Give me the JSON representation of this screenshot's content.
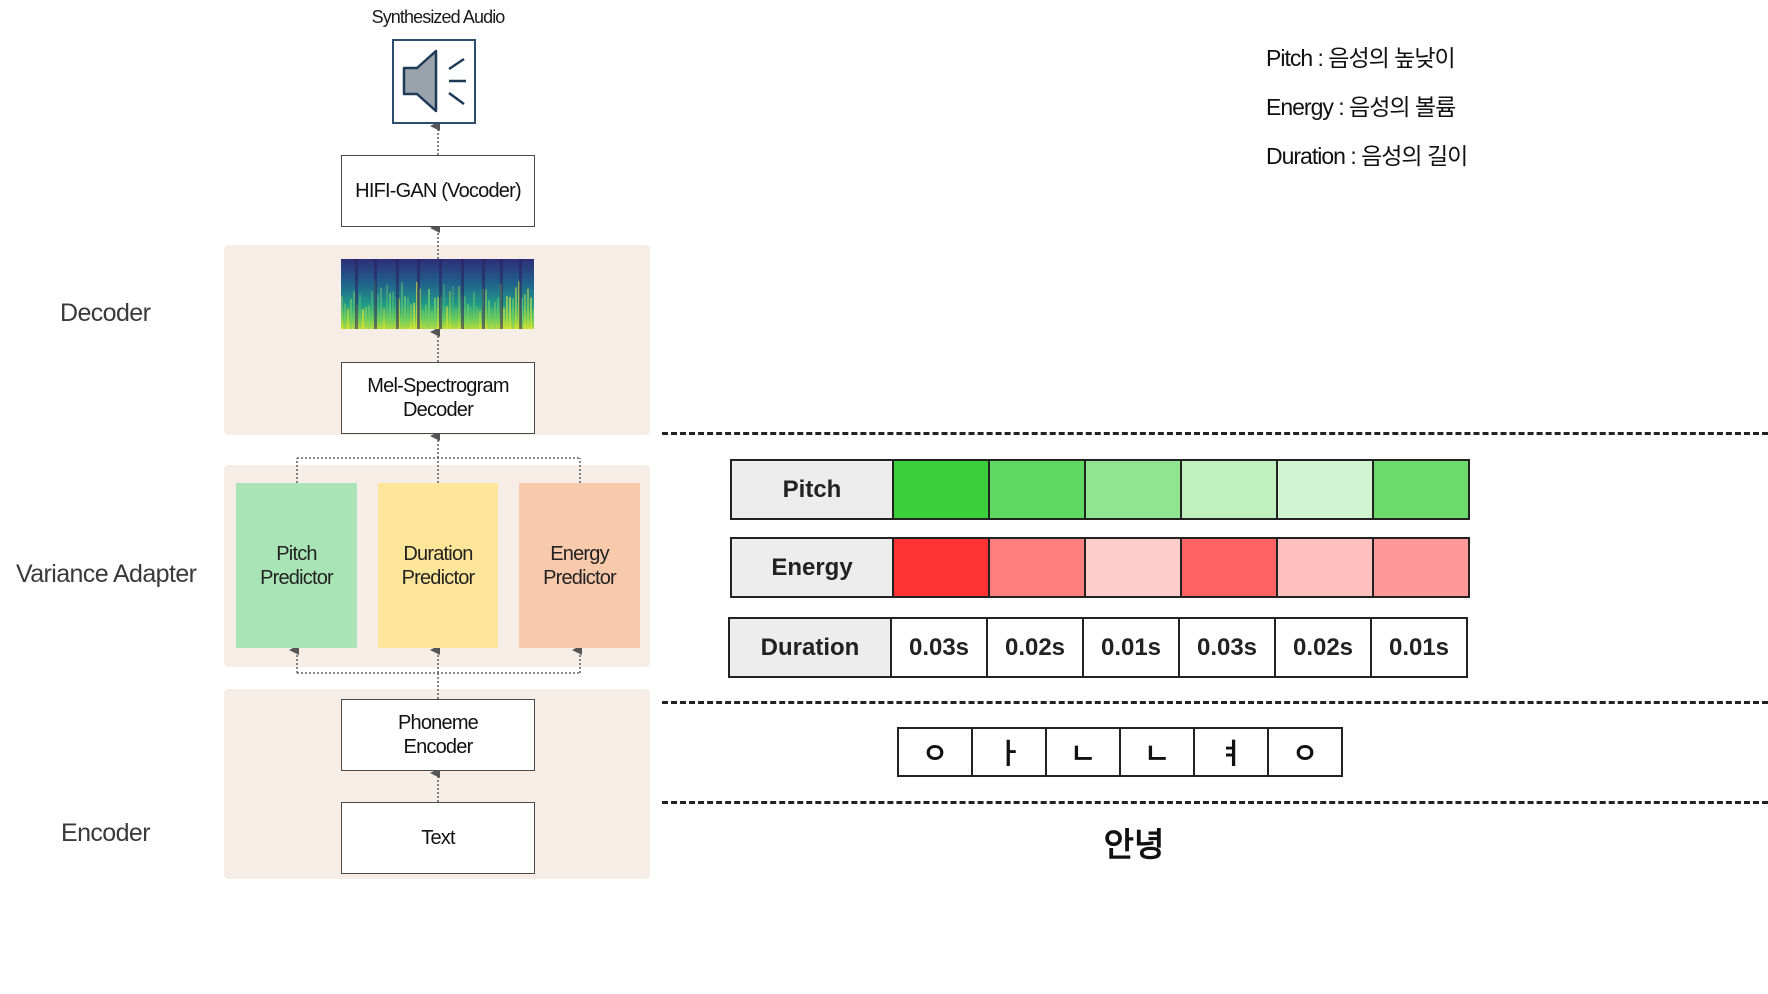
{
  "pipeline": {
    "output_label": "Synthesized Audio",
    "vocoder": "HIFI-GAN (Vocoder)",
    "mel_decoder": "Mel-Spectrogram\nDecoder",
    "phoneme_encoder": "Phoneme\nEncoder",
    "text_input": "Text"
  },
  "sections": {
    "decoder": "Decoder",
    "variance_adapter": "Variance Adapter",
    "encoder": "Encoder"
  },
  "predictors": [
    {
      "label": "Pitch\nPredictor",
      "color": "#a8e4b6"
    },
    {
      "label": "Duration\nPredictor",
      "color": "#fde599"
    },
    {
      "label": "Energy\nPredictor",
      "color": "#f8c9aa"
    }
  ],
  "legend": [
    "Pitch : 음성의 높낮이",
    "Energy : 음성의 볼륨",
    "Duration : 음성의 길이"
  ],
  "features": {
    "pitch": {
      "label": "Pitch",
      "colors": [
        "#3ccf3c",
        "#5fd95f",
        "#90e690",
        "#c0f0c0",
        "#d1f4d1",
        "#6cdb6c"
      ]
    },
    "energy": {
      "label": "Energy",
      "colors": [
        "#ff3333",
        "#ff7f7f",
        "#ffcccc",
        "#ff6262",
        "#ffc0c0",
        "#ff9999"
      ]
    },
    "duration": {
      "label": "Duration",
      "values": [
        "0.03s",
        "0.02s",
        "0.01s",
        "0.03s",
        "0.02s",
        "0.01s"
      ]
    }
  },
  "phonemes": [
    "ㅇ",
    "ㅏ",
    "ㄴ",
    "ㄴ",
    "ㅕ",
    "ㅇ"
  ],
  "word": "안녕",
  "colors": {
    "panel_bg": "#f6eee6",
    "connector": "#666666"
  }
}
